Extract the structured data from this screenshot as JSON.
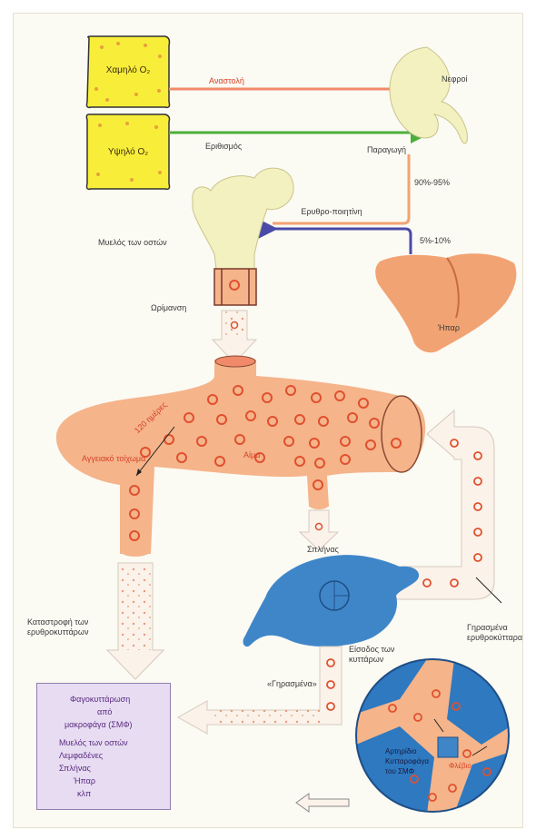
{
  "diagram": {
    "boxes": {
      "low_o2": "Χαμηλό O₂",
      "high_o2": "Υψηλό O₂"
    },
    "arrows": {
      "inhibition": "Αναστολή",
      "stimulation": "Εριθισμός",
      "production": "Παραγωγή",
      "erythropoietin": "Ερυθρο-ποιητίνη",
      "pct_kidney": "90%-95%",
      "pct_liver": "5%-10%"
    },
    "organs": {
      "kidney": "Νεφροί",
      "bone_marrow": "Μυελός των οστών",
      "liver": "Ήπαρ",
      "spleen": "Σπλήνας"
    },
    "vessel": {
      "maturation": "Ωρίμανση",
      "vessel_wall": "Αγγειακό τοίχωμα",
      "age": "120 ημέρες",
      "blood": "Αίμα"
    },
    "flows": {
      "destruction": "Καταστροφή των ερυθροκυττάρων",
      "old_cells": "Γηρασμένα ερυθροκύτταρα",
      "spleen_entry": "Είσοδος των κυττάρων",
      "old_tags": "«Γηρασμένα»"
    },
    "legend": {
      "line1": "Φαγοκυττάρωση",
      "line2": "από",
      "line3": "μακροφάγα (ΣΜΦ)",
      "line4": "Μυελός των οστών",
      "line5": "Λεμφαδένες",
      "line6": "Σπλήνας",
      "line7": "Ήπαρ",
      "line8": "κλπ"
    },
    "inset": {
      "label1": "Αρτηρίδιο",
      "label2": "Κυτταροφάγα",
      "label3": "του ΣΜΦ",
      "label4": "Φλέβιο"
    },
    "colors": {
      "yellow_box": "#f8ee3a",
      "vessel": "#f5b48a",
      "organ_pale": "#f3f1c0",
      "liver": "#f2a373",
      "spleen": "#3f86c9",
      "inhibit_line": "#f08a6a",
      "stim_line": "#4caf3a",
      "epo_line": "#4a4aa8",
      "cell_ring": "#e0502e",
      "legend_bg": "#e7dcf2"
    }
  }
}
